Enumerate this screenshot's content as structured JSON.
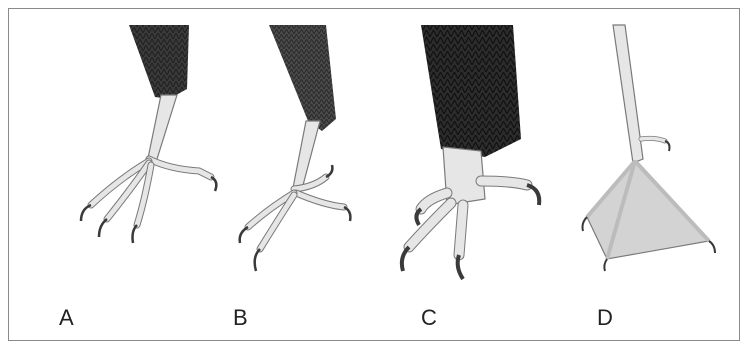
{
  "panels": [
    {
      "id": "A",
      "label": "A",
      "icon": "perching-bird-foot-illustration"
    },
    {
      "id": "B",
      "label": "B",
      "icon": "feathered-bird-foot-illustration"
    },
    {
      "id": "C",
      "label": "C",
      "icon": "raptor-talon-foot-illustration"
    },
    {
      "id": "D",
      "label": "D",
      "icon": "webbed-duck-foot-illustration"
    }
  ],
  "colors": {
    "feather_dark": "#2c2c2c",
    "feather_mid": "#555555",
    "leg": "#e6e6e6",
    "leg_outline": "#7a7a7a",
    "claw": "#3a3a3a",
    "web": "#cfcfcf"
  }
}
